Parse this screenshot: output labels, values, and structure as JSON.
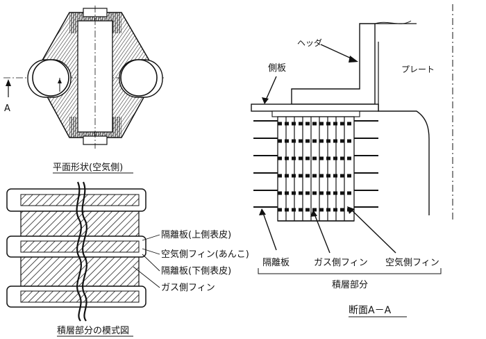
{
  "plan_view": {
    "caption": "平面形状(空気側)",
    "section_marker": "A"
  },
  "schematic": {
    "caption": "積層部分の模式図",
    "labels": [
      "隔離板(上側表皮)",
      "空気側フィン(あんこ)",
      "隔離板(下側表皮)",
      "ガス側フィン"
    ]
  },
  "section": {
    "caption": "断面A－A",
    "header_label": "ヘッダ",
    "side_plate_label": "側板",
    "plate_label": "プレート",
    "bottom_labels": [
      "隔離板",
      "ガス側フィン",
      "空気側フィン"
    ],
    "stack_label": "積層部分"
  }
}
